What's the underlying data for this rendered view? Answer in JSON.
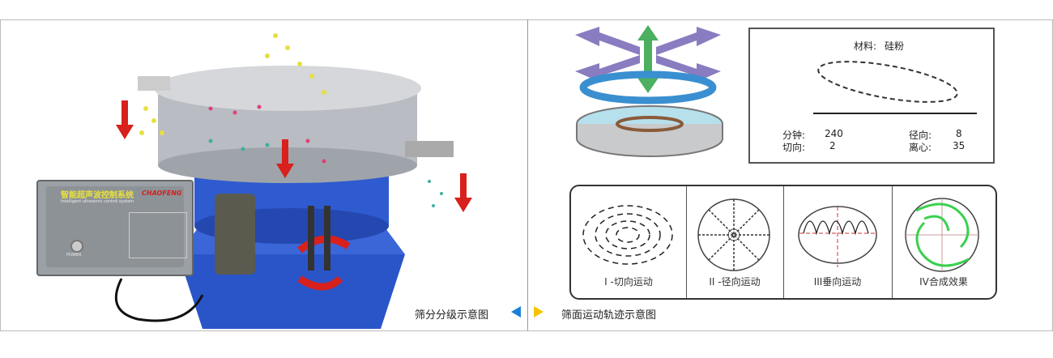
{
  "left_panel": {
    "controller": {
      "title_cn": "智能超声波控制系统",
      "title_en": "Intelligent ultrasonic control system",
      "brand": "CHAOFENG",
      "power_label": "POWER"
    },
    "caption": "筛分分级示意图"
  },
  "navigation": {
    "prev_icon": "triangle-left-icon",
    "next_icon": "triangle-right-icon",
    "prev_color": "#1a7fd8",
    "next_color": "#f5c400"
  },
  "right_panel": {
    "caption": "筛面运动轨迹示意图",
    "data_box": {
      "material_label": "材料:",
      "material_value": "硅粉",
      "rows": [
        {
          "label": "分钟:",
          "value": "240",
          "label2": "径向:",
          "value2": "8"
        },
        {
          "label": "切向:",
          "value": "2",
          "label2": "离心:",
          "value2": "35"
        }
      ]
    },
    "motion_types": [
      {
        "label": "I -切向运动"
      },
      {
        "label": "II -径向运动"
      },
      {
        "label": "III垂向运动"
      },
      {
        "label": "IV合成效果"
      }
    ]
  }
}
